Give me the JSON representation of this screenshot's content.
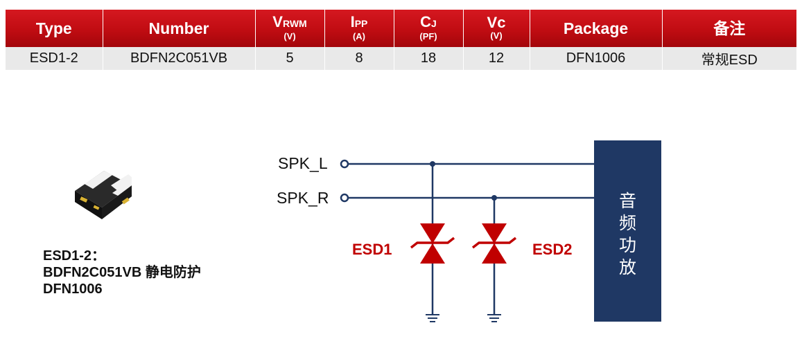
{
  "table": {
    "headers": {
      "type": "Type",
      "number": "Number",
      "vrwm": {
        "main": "V",
        "sub": "RWM",
        "unit": "(V)"
      },
      "ipp": {
        "main": "I",
        "sub": "PP",
        "unit": "(A)"
      },
      "cj": {
        "main": "C",
        "sub": "J",
        "unit": "(PF)"
      },
      "vc": {
        "main": "Vc",
        "unit": "(V)"
      },
      "package": "Package",
      "remark": "备注"
    },
    "rows": [
      {
        "type": "ESD1-2",
        "number": "BDFN2C051VB",
        "vrwm": "5",
        "ipp": "8",
        "cj": "18",
        "vc": "12",
        "package": "DFN1006",
        "remark": "常规ESD"
      }
    ]
  },
  "caption": {
    "line1": "ESD1-2：",
    "line2": "BDFN2C051VB 静电防护",
    "line3": "DFN1006"
  },
  "schematic": {
    "net_left": "SPK_L",
    "net_right": "SPK_R",
    "esd1": "ESD1",
    "esd2": "ESD2",
    "amplifier": [
      "音",
      "频",
      "功",
      "放"
    ]
  },
  "colors": {
    "header_red": "#c00c12",
    "row_gray": "#e9e9e9",
    "wire_blue": "#1f3864",
    "diode_red": "#c00000",
    "amp_fill": "#1f3864"
  }
}
